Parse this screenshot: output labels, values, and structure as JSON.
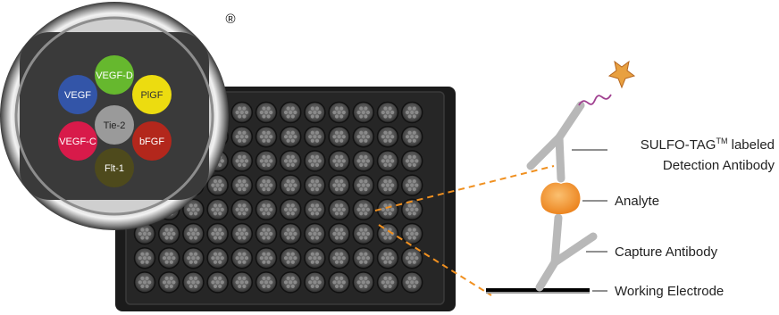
{
  "registered_mark": "®",
  "spots": [
    {
      "label": "VEGF-D",
      "color": "#66b82e",
      "text_color": "#ffffff"
    },
    {
      "label": "VEGF",
      "color": "#3355a8",
      "text_color": "#ffffff"
    },
    {
      "label": "PlGF",
      "color": "#ecdc10",
      "text_color": "#333333"
    },
    {
      "label": "Tie-2",
      "color": "#9a9a9a",
      "text_color": "#222222"
    },
    {
      "label": "VEGF-C",
      "color": "#d81a4a",
      "text_color": "#ffffff"
    },
    {
      "label": "bFGF",
      "color": "#b3271c",
      "text_color": "#ffffff"
    },
    {
      "label": "Flt-1",
      "color": "#4e4a1c",
      "text_color": "#ffffff"
    }
  ],
  "plate": {
    "rows": 8,
    "columns": 12,
    "color": "#1b1b1b"
  },
  "callouts": {
    "detection_antibody_line1": "SULFO-TAG",
    "trademark": "TM",
    "detection_antibody_line1_suffix": " labeled",
    "detection_antibody_line2": "Detection Antibody",
    "analyte": "Analyte",
    "capture_antibody": "Capture Antibody",
    "working_electrode": "Working Electrode"
  },
  "colors": {
    "antibody": "#b8b8b8",
    "analyte": "#f0962c",
    "tag_star": "#e8a040",
    "tag_linker": "#a04090",
    "zoom_line": "#f09020"
  }
}
